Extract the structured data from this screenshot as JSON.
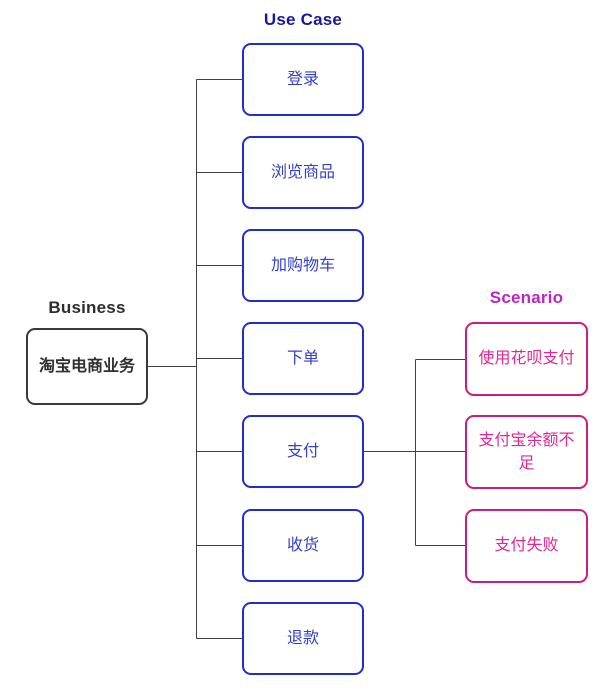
{
  "colors": {
    "connector": "#404040",
    "business_border": "#3a3a3a",
    "business_text": "#2f2f2f",
    "business_header": "#2d2d2d",
    "usecase_border": "#1f2dd2",
    "usecase_text": "#3340d0",
    "usecase_header": "#19199b",
    "scenario_border": "#ce1c7c",
    "scenario_text": "#e5268f",
    "scenario_header": "#bd24c6"
  },
  "business": {
    "header": "Business",
    "node": "淘宝电商业务"
  },
  "usecase": {
    "header": "Use Case",
    "nodes": [
      "登录",
      "浏览商品",
      "加购物车",
      "下单",
      "支付",
      "收货",
      "退款"
    ]
  },
  "scenario": {
    "header": "Scenario",
    "nodes": [
      "使用花呗支付",
      "支付宝余额不足",
      "支付失败"
    ]
  }
}
